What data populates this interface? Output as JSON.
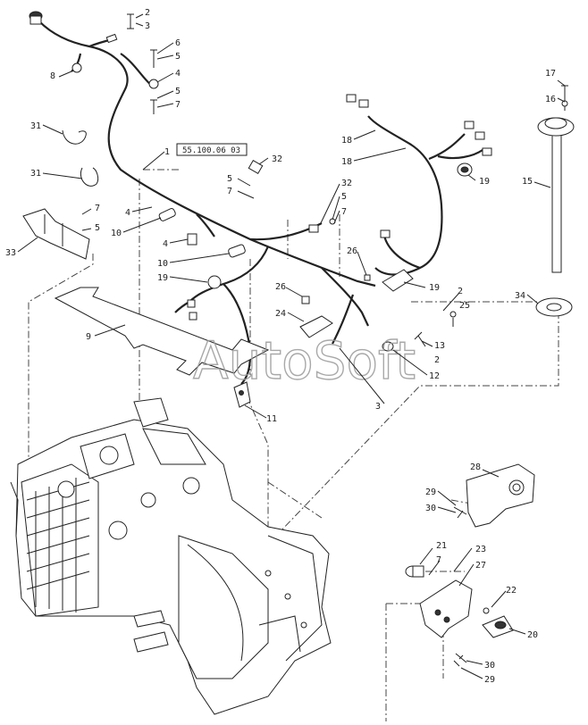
{
  "reference": {
    "code": "55.100.06 03"
  },
  "watermark": {
    "text": "AutoSoft"
  },
  "labels": [
    {
      "id": "c1",
      "text": "2"
    },
    {
      "id": "c2",
      "text": "3"
    },
    {
      "id": "c3",
      "text": "8"
    },
    {
      "id": "c4",
      "text": "6"
    },
    {
      "id": "c5",
      "text": "5"
    },
    {
      "id": "c6",
      "text": "4"
    },
    {
      "id": "c7",
      "text": "5"
    },
    {
      "id": "c8",
      "text": "7"
    },
    {
      "id": "c9",
      "text": "31"
    },
    {
      "id": "c10",
      "text": "31"
    },
    {
      "id": "c11",
      "text": "1"
    },
    {
      "id": "c12",
      "text": "32"
    },
    {
      "id": "c13",
      "text": "5"
    },
    {
      "id": "c14",
      "text": "7"
    },
    {
      "id": "c15",
      "text": "7"
    },
    {
      "id": "c16",
      "text": "5"
    },
    {
      "id": "c17",
      "text": "33"
    },
    {
      "id": "c18",
      "text": "4"
    },
    {
      "id": "c19",
      "text": "10"
    },
    {
      "id": "c20",
      "text": "4"
    },
    {
      "id": "c21",
      "text": "10"
    },
    {
      "id": "c22",
      "text": "19"
    },
    {
      "id": "c23",
      "text": "18"
    },
    {
      "id": "c24",
      "text": "18"
    },
    {
      "id": "c25",
      "text": "19"
    },
    {
      "id": "c26",
      "text": "32"
    },
    {
      "id": "c27",
      "text": "5"
    },
    {
      "id": "c28",
      "text": "7"
    },
    {
      "id": "c29",
      "text": "26"
    },
    {
      "id": "c30",
      "text": "19"
    },
    {
      "id": "c31",
      "text": "2"
    },
    {
      "id": "c32",
      "text": "25"
    },
    {
      "id": "c33",
      "text": "26"
    },
    {
      "id": "c34",
      "text": "24"
    },
    {
      "id": "c35",
      "text": "9"
    },
    {
      "id": "c36",
      "text": "11"
    },
    {
      "id": "c37",
      "text": "13"
    },
    {
      "id": "c38",
      "text": "2"
    },
    {
      "id": "c39",
      "text": "12"
    },
    {
      "id": "c40",
      "text": "3"
    },
    {
      "id": "c41",
      "text": "17"
    },
    {
      "id": "c42",
      "text": "16"
    },
    {
      "id": "c43",
      "text": "15"
    },
    {
      "id": "c44",
      "text": "34"
    },
    {
      "id": "c45",
      "text": "28"
    },
    {
      "id": "c46",
      "text": "29"
    },
    {
      "id": "c47",
      "text": "30"
    },
    {
      "id": "c48",
      "text": "21"
    },
    {
      "id": "c49",
      "text": "7"
    },
    {
      "id": "c50",
      "text": "23"
    },
    {
      "id": "c51",
      "text": "27"
    },
    {
      "id": "c52",
      "text": "22"
    },
    {
      "id": "c53",
      "text": "20"
    },
    {
      "id": "c54",
      "text": "30"
    },
    {
      "id": "c55",
      "text": "29"
    }
  ]
}
